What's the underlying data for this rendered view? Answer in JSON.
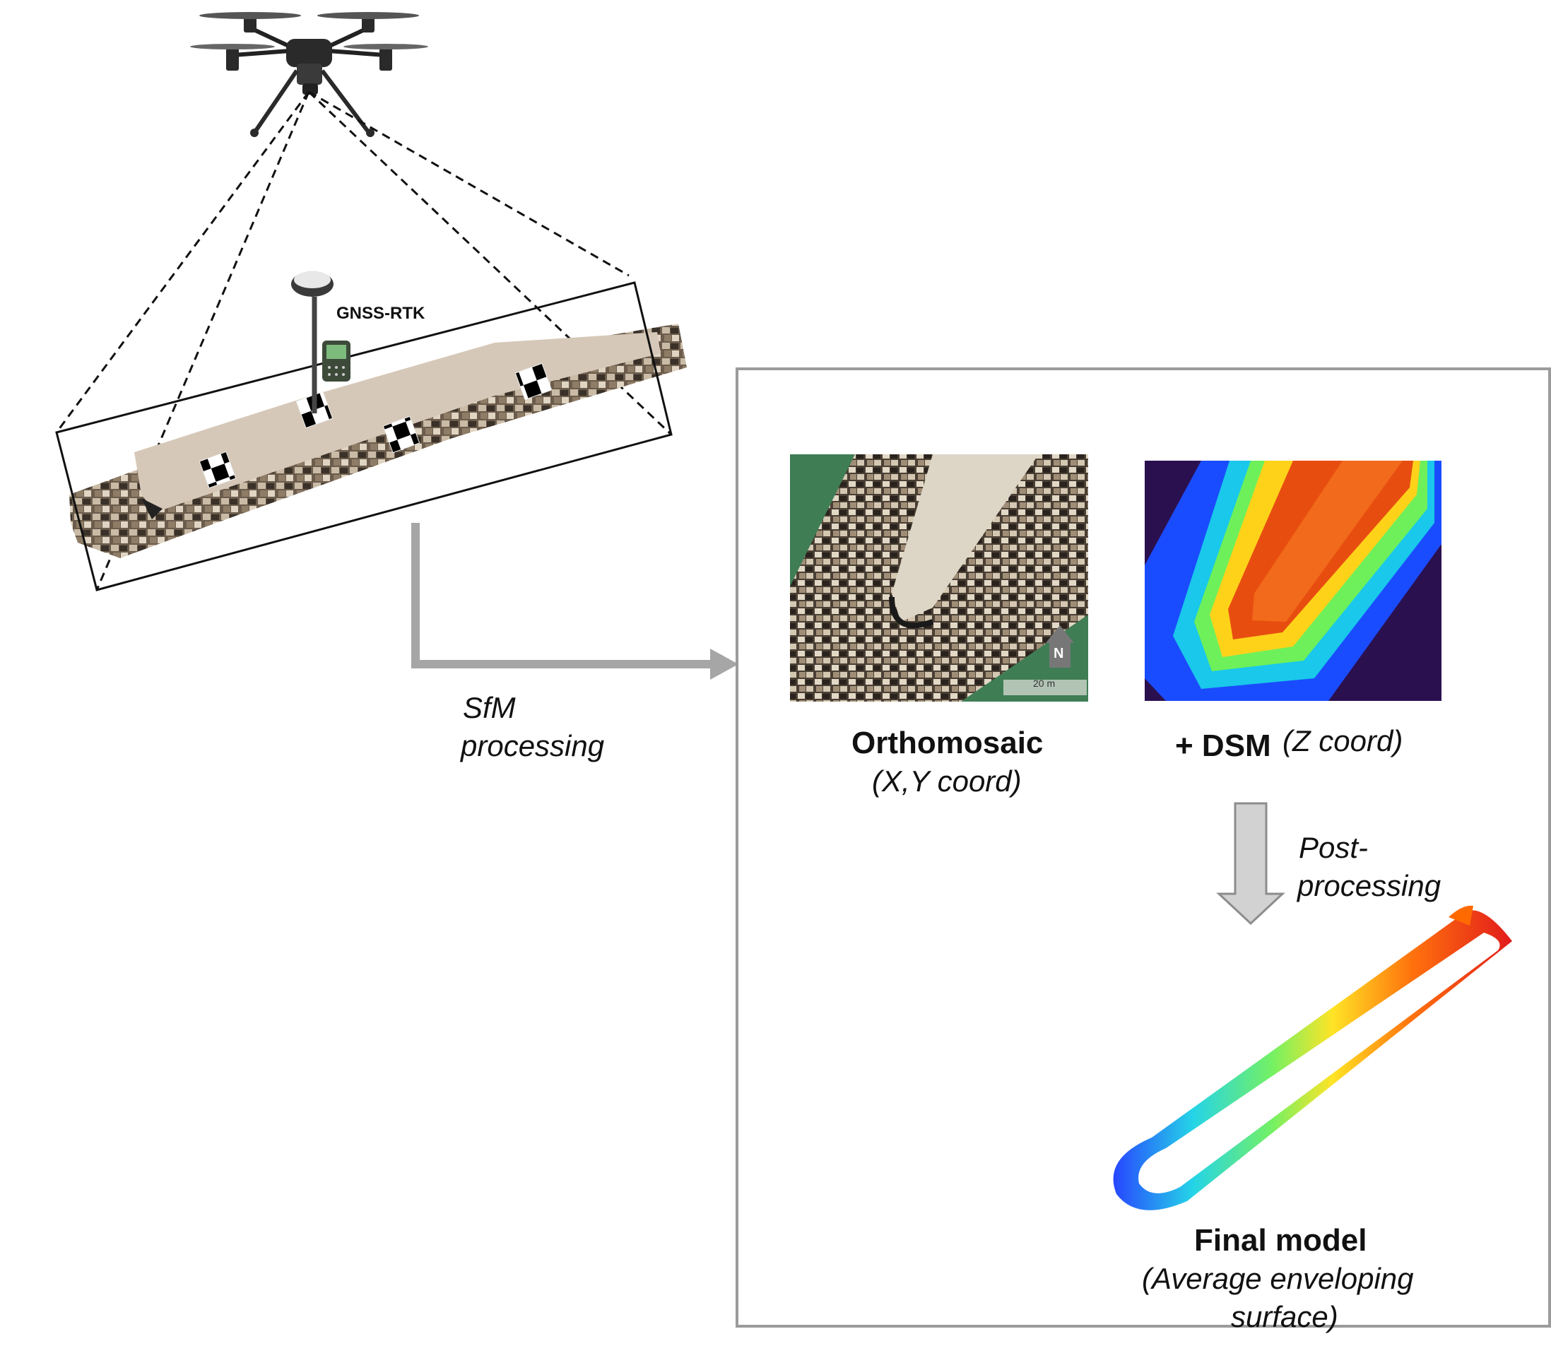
{
  "labels": {
    "gnss": "GNSS-RTK",
    "sfm_line1": "SfM",
    "sfm_line2": "processing",
    "ortho_title": "Orthomosaic",
    "ortho_sub": "(X,Y coord)",
    "dsm_prefix": "+ DSM",
    "dsm_sub": "(Z coord)",
    "post_line1": "Post-",
    "post_line2": "processing",
    "final_title": "Final model",
    "final_sub1": "(Average enveloping",
    "final_sub2": "surface)",
    "ortho_north": "N",
    "ortho_scale": "20 m"
  },
  "colors": {
    "arrow_gray": "#a6a6a6",
    "box_border": "#9b9b9b",
    "ortho_grass": "#3f7d55",
    "ortho_crest": "#ddd6c6",
    "dsm_background": "#2b1050",
    "dsm_crest": "#f26a1b",
    "drone_body": "#2a2a2a"
  },
  "icons": {
    "drone": "drone-icon",
    "gnss_receiver": "gnss-receiver-icon",
    "target_marker": "checker-target-icon",
    "north_arrow": "north-arrow-icon"
  }
}
